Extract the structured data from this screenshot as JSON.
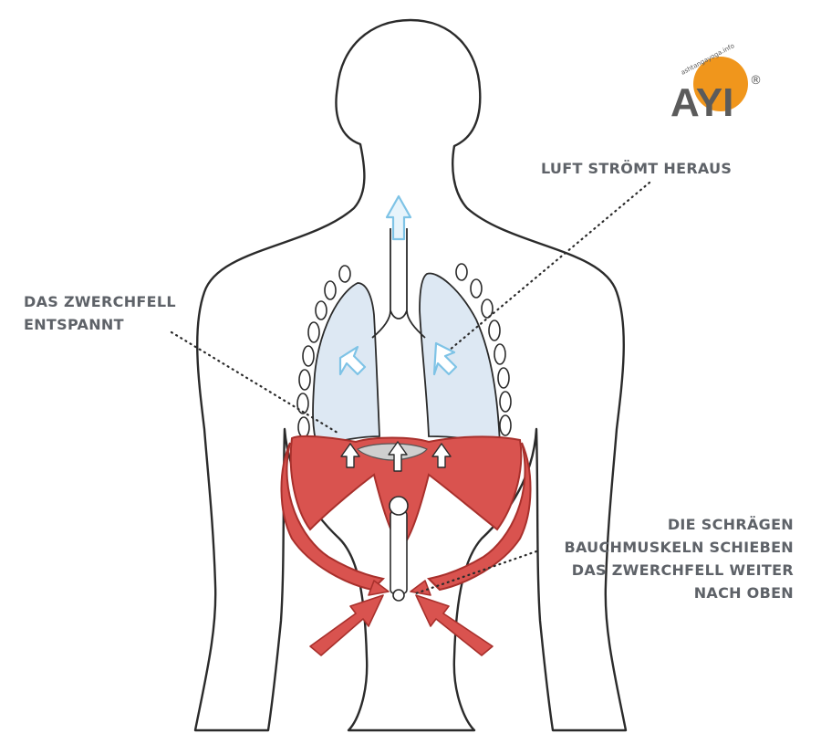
{
  "labels": {
    "air_out": "LUFT STRÖMT HERAUS",
    "diaphragm_relaxes": [
      "DAS ZWERCHFELL",
      "ENTSPANNT"
    ],
    "obliques": [
      "DIE SCHRÄGEN",
      "BAUCHMUSKELN SCHIEBEN",
      "DAS ZWERCHFELL WEITER",
      "NACH OBEN"
    ]
  },
  "logo": {
    "letters": "AYI",
    "arc_text": "ashtangayoga.info",
    "registered": "®"
  },
  "colors": {
    "outline": "#2b2b2b",
    "lung_fill": "#dde8f3",
    "airway_blue": "#7ec3e6",
    "diaphragm_red": "#d9534f",
    "diaphragm_dark": "#a8302c",
    "label_gray": "#5e6268",
    "logo_orange": "#f0961c",
    "logo_gray": "#5b5b5b"
  }
}
